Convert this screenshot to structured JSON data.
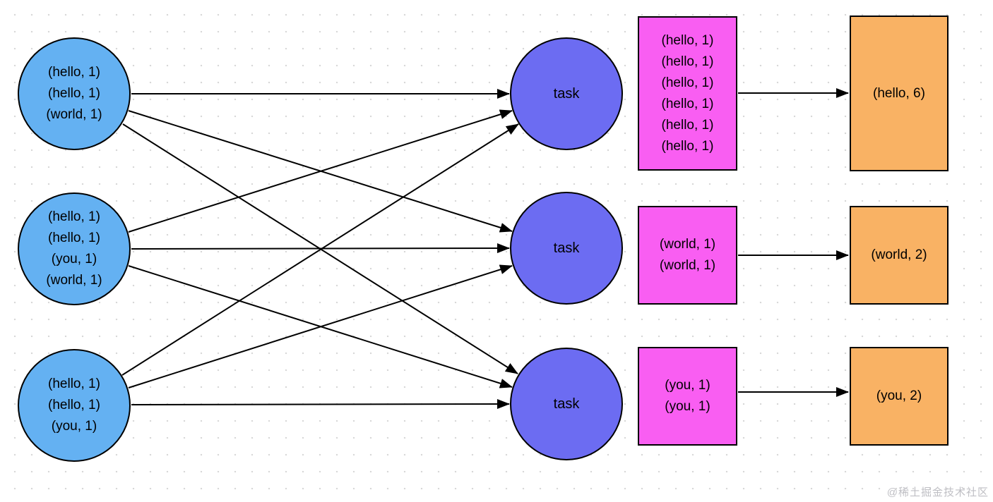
{
  "colors": {
    "mapper_fill": "#64b1f2",
    "task_fill": "#6c6cf2",
    "group_fill": "#f95ef2",
    "result_fill": "#f9b264",
    "arrow": "#000000",
    "dot_grid": "#d8d8d8",
    "watermark": "#bfbfc4"
  },
  "mappers": [
    {
      "lines": [
        "(hello, 1)",
        "(hello, 1)",
        "(world, 1)"
      ]
    },
    {
      "lines": [
        "(hello, 1)",
        "(hello, 1)",
        "(you, 1)",
        "(world, 1)"
      ]
    },
    {
      "lines": [
        "(hello, 1)",
        "(hello, 1)",
        "(you, 1)"
      ]
    }
  ],
  "tasks": [
    {
      "label": "task"
    },
    {
      "label": "task"
    },
    {
      "label": "task"
    }
  ],
  "groups": [
    {
      "lines": [
        "(hello, 1)",
        "(hello, 1)",
        "(hello, 1)",
        "(hello, 1)",
        "(hello, 1)",
        "(hello, 1)"
      ]
    },
    {
      "lines": [
        "(world, 1)",
        "(world, 1)"
      ]
    },
    {
      "lines": [
        "(you, 1)",
        "(you, 1)"
      ]
    }
  ],
  "results": [
    {
      "label": "(hello, 6)"
    },
    {
      "label": "(world, 2)"
    },
    {
      "label": "(you, 2)"
    }
  ],
  "watermark": "@稀土掘金技术社区"
}
